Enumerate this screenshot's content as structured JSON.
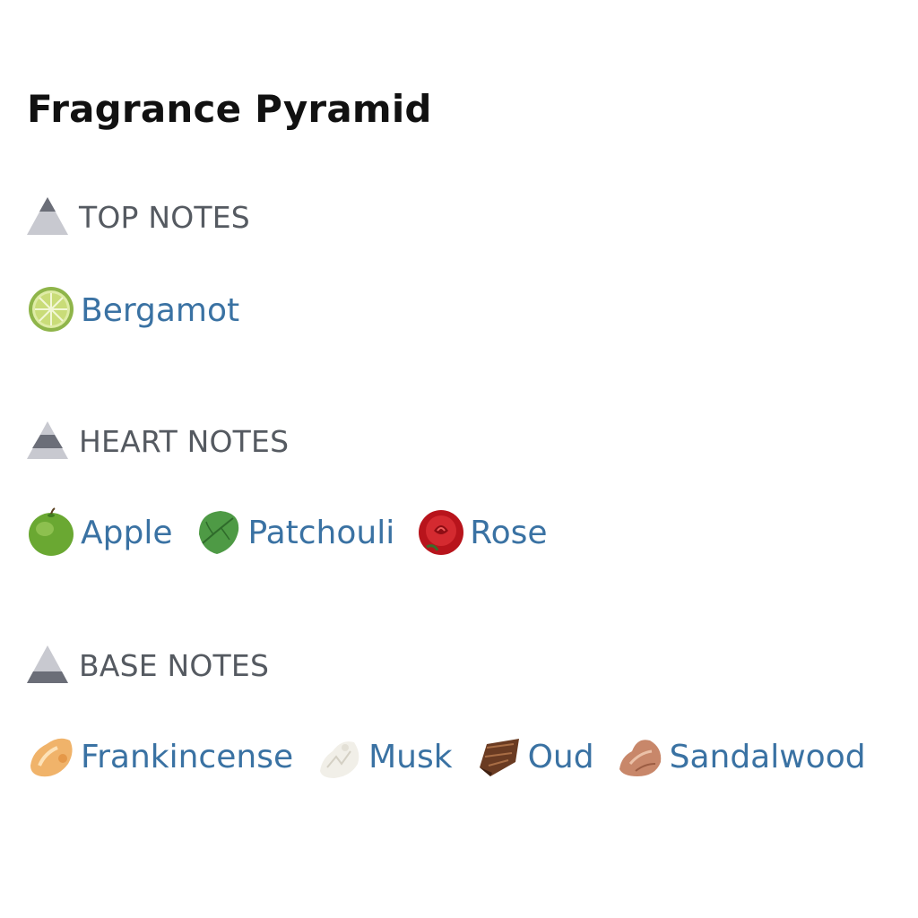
{
  "page": {
    "title": "Fragrance Pyramid"
  },
  "colors": {
    "link": "#3a72a3",
    "section_label": "#555a61",
    "title": "#111111",
    "pyramid_dark": "#6b6e78",
    "pyramid_light": "#c8c9d0"
  },
  "sections": {
    "top": {
      "label": "TOP NOTES",
      "icon": "pyramid-top-icon",
      "notes": [
        {
          "label": "Bergamot",
          "icon": "bergamot-icon"
        }
      ]
    },
    "heart": {
      "label": "HEART NOTES",
      "icon": "pyramid-heart-icon",
      "notes": [
        {
          "label": "Apple",
          "icon": "apple-icon"
        },
        {
          "label": "Patchouli",
          "icon": "patchouli-leaf-icon"
        },
        {
          "label": "Rose",
          "icon": "rose-icon"
        }
      ]
    },
    "base": {
      "label": "BASE NOTES",
      "icon": "pyramid-base-icon",
      "notes": [
        {
          "label": "Frankincense",
          "icon": "frankincense-icon"
        },
        {
          "label": "Musk",
          "icon": "musk-icon"
        },
        {
          "label": "Oud",
          "icon": "oud-icon"
        },
        {
          "label": "Sandalwood",
          "icon": "sandalwood-icon"
        }
      ]
    }
  }
}
